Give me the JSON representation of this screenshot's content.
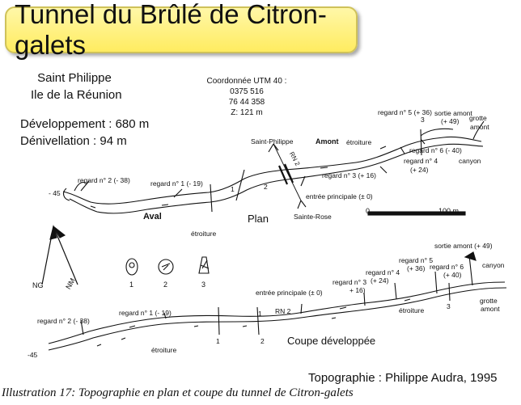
{
  "title": "Tunnel du Brûlé de Citron-galets",
  "location": {
    "line1": "Saint Philippe",
    "line2": "Ile de la Réunion"
  },
  "stats": {
    "development": "Développement : 680 m",
    "denivellation": "Dénivellation : 94 m"
  },
  "coordinates": {
    "header": "Coordonnée UTM 40 :",
    "l1": "0375 516",
    "l2": "76 44 358",
    "l3": "Z: 121 m"
  },
  "plan": {
    "title": "Plan",
    "aval": "Aval",
    "amont": "Amont",
    "rn2": "RN 2",
    "saint_philippe": "Saint-Philippe",
    "sainte_rose": "Sainte-Rose",
    "entree": "entrée principale (± 0)",
    "regard1": "regard n° 1 (- 19)",
    "regard2": "regard n° 2 (- 38)",
    "regard3": "regard n° 3 (+ 16)",
    "regard4": "regard n° 4",
    "regard4b": "(+ 24)",
    "regard5": "regard n° 5 (+ 36)",
    "regard6": "regard n° 6 (- 40)",
    "sortie": "sortie amont",
    "sortieb": "(+ 49)",
    "grotte": "grotte",
    "grotteb": "amont",
    "canyon": "canyon",
    "etroiture": "étroiture",
    "etroiture2": "étroiture",
    "minus45": "- 45",
    "sec1": "1",
    "sec2": "2",
    "sec3": "3",
    "scale0": "0",
    "scale100": "100 m"
  },
  "north": {
    "ng": "NG",
    "nm": "NM"
  },
  "sections": {
    "s1": "1",
    "s2": "2",
    "s3": "3"
  },
  "coupe": {
    "title": "Coupe développée",
    "regard2": "regard n° 2 (- 38)",
    "regard1": "regard n° 1 (- 19)",
    "rn2": "RN 2",
    "entree": "entrée principale (± 0)",
    "regard3": "regard n° 3",
    "regard3b": "+ 16)",
    "regard4": "regard n° 4",
    "regard4b": "(+ 24)",
    "regard5": "regard n° 5",
    "regard5b": "(+ 36)",
    "regard6": "regard n° 6",
    "regard6b": "(+ 40)",
    "sortie": "sortie amont (+ 49)",
    "canyon": "canyon",
    "grotte": "grotte",
    "grotteb": "amont",
    "etroiture": "étroiture",
    "etroiture2": "étroiture",
    "minus45": "-45",
    "c1": "1",
    "c1b": "1",
    "c2": "2",
    "c3": "3"
  },
  "credit": "Topographie : Philippe Audra, 1995",
  "caption": "Illustration 17: Topographie en plan et coupe du tunnel de Citron-galets"
}
